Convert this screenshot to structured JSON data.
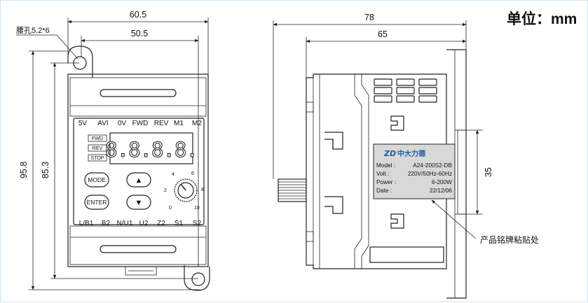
{
  "unit_label": "单位：mm",
  "front": {
    "slot_label": "腰孔5.2*6",
    "dim_total_width": "60.5",
    "dim_hole_spacing": "50.5",
    "dim_total_height": "95.8",
    "dim_hole_height": "85.3",
    "top_terminals": [
      "5V",
      "AVI",
      "0V",
      "FWD",
      "REV",
      "M1",
      "M2"
    ],
    "bottom_terminals": [
      "L/B1",
      "B2",
      "N/U1",
      "U2",
      "Z2",
      "S1",
      "S2"
    ],
    "indicator_labels": [
      "FWD",
      "REV",
      "STOP"
    ],
    "display_digits": "8.8.8.8.",
    "mode_button": "MODE",
    "enter_button": "ENTER",
    "up_symbol": "▲",
    "down_symbol": "▼",
    "knob_scale": [
      "0",
      "2",
      "4",
      "6",
      "8",
      "10"
    ]
  },
  "side": {
    "dim_total_depth": "78",
    "dim_depth": "65",
    "dim_rail": "35",
    "brand": "中大力德",
    "brand_logo": "ZD",
    "nameplate": [
      {
        "k": "Model :",
        "v": "A24-200S2-DB"
      },
      {
        "k": "Volt : ",
        "v": "220V/50Hz-60Hz"
      },
      {
        "k": "Power :",
        "v": "6-200W"
      },
      {
        "k": "Date :",
        "v": "22/12/06"
      }
    ],
    "callout": "产品铭牌粘贴处"
  }
}
